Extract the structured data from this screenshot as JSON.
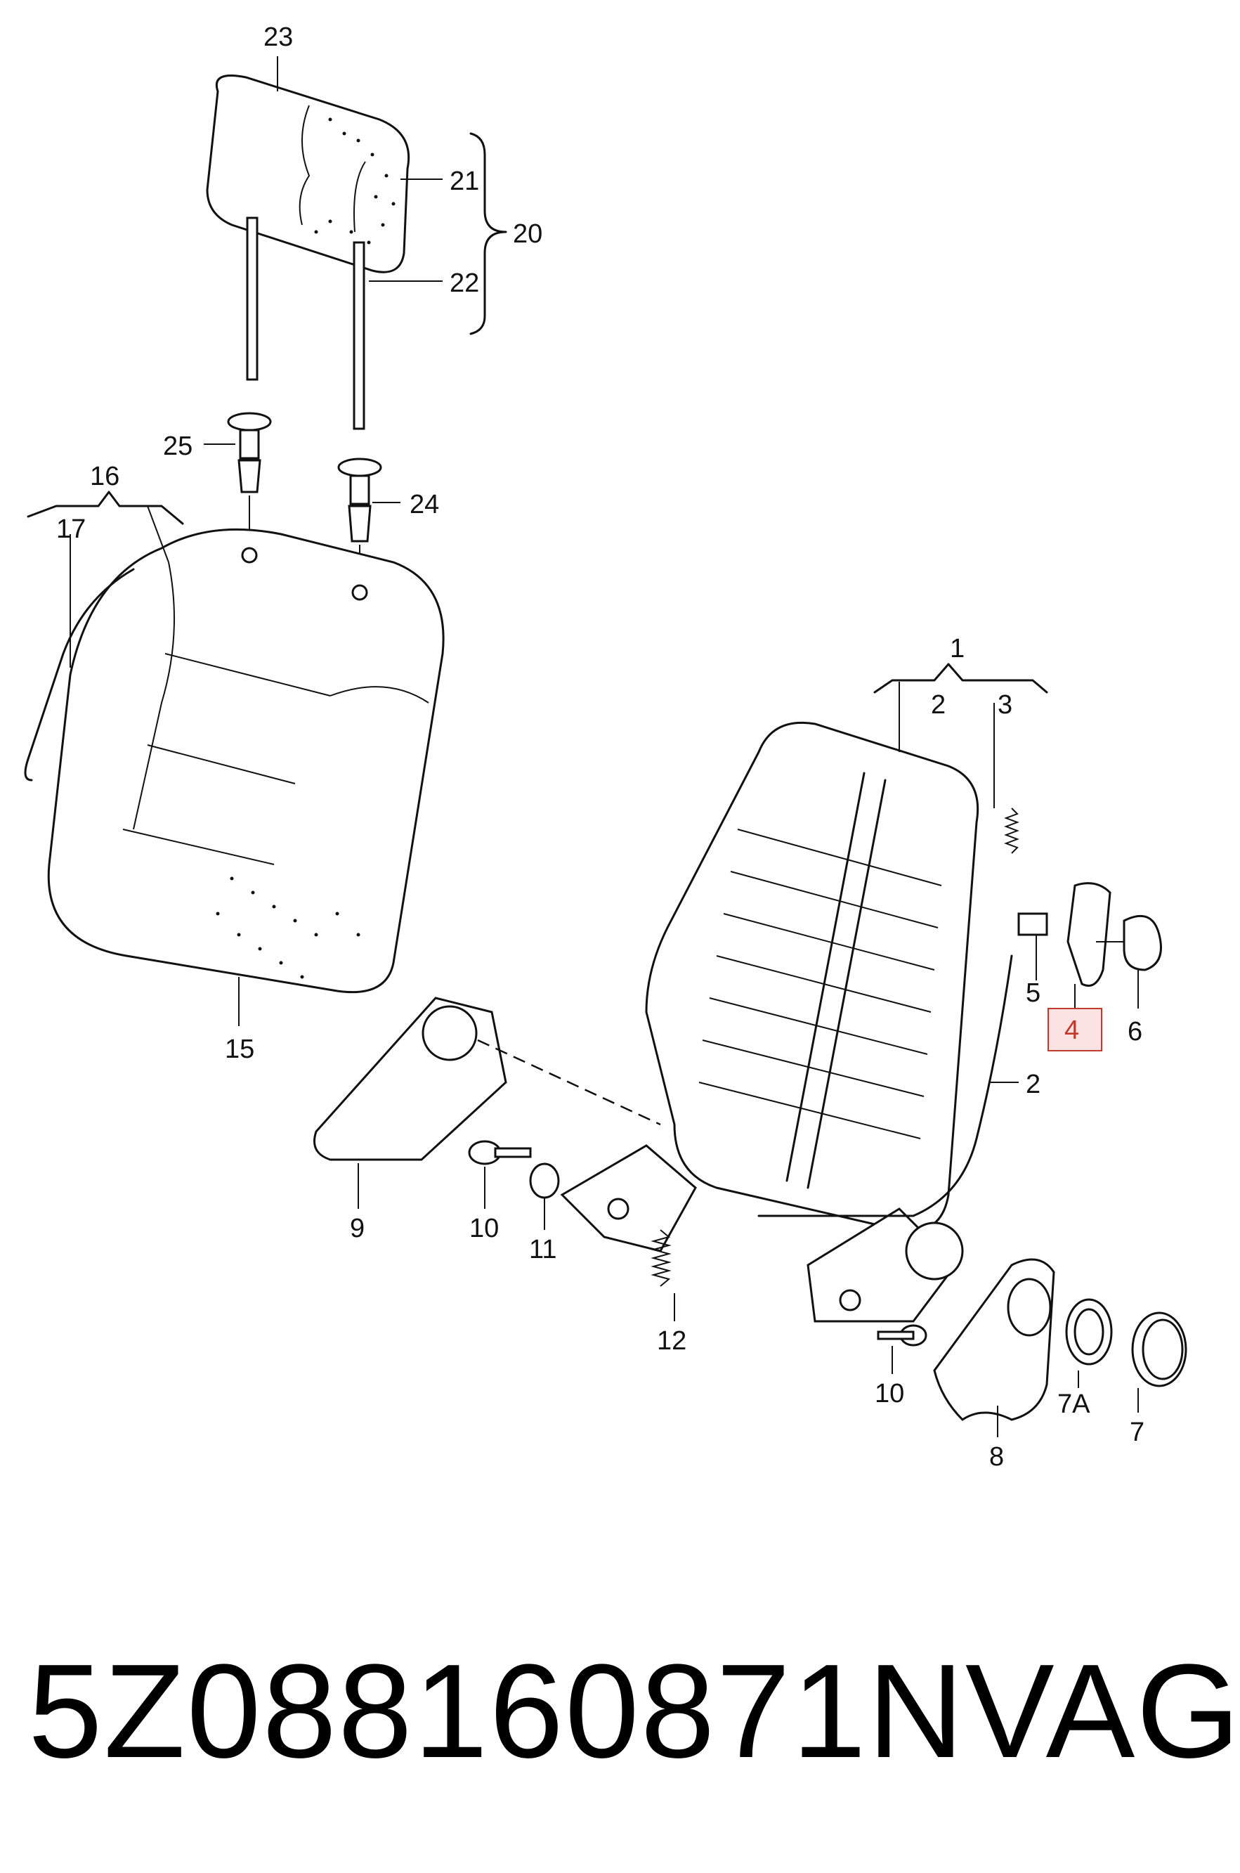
{
  "callouts": {
    "c1": "1",
    "c2a": "2",
    "c2b": "2",
    "c3": "3",
    "c4": "4",
    "c5": "5",
    "c6": "6",
    "c7": "7",
    "c7a": "7A",
    "c8": "8",
    "c9": "9",
    "c10a": "10",
    "c10b": "10",
    "c11": "11",
    "c12": "12",
    "c15": "15",
    "c16": "16",
    "c17": "17",
    "c20": "20",
    "c21": "21",
    "c22": "22",
    "c23": "23",
    "c24": "24",
    "c25": "25"
  },
  "highlighted_callout": "4",
  "highlight_color": "#c0392b",
  "caption": {
    "part_number": "5Z088160871N",
    "brand": "VAG"
  }
}
